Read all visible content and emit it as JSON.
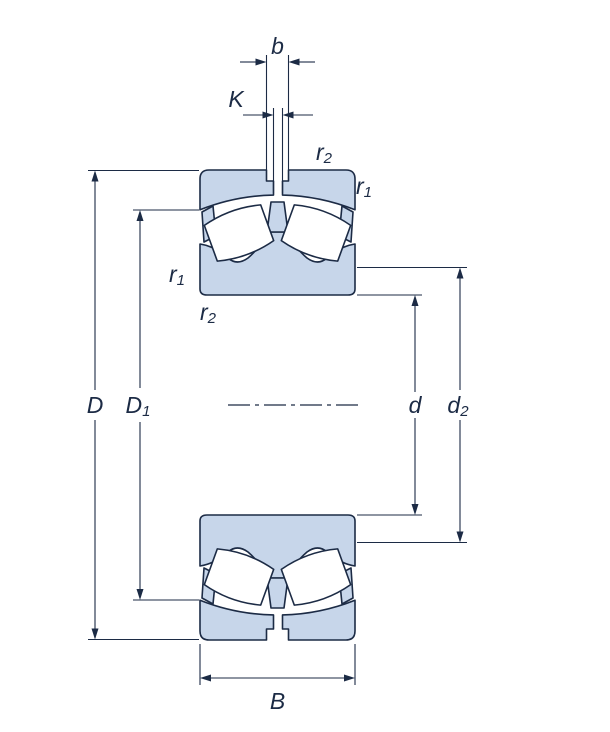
{
  "diagram": {
    "description": "Spherical roller bearing cross-section with dimension annotations",
    "labels": {
      "b": {
        "base": "b",
        "sub": ""
      },
      "K": {
        "base": "K",
        "sub": ""
      },
      "r2_outer": {
        "base": "r",
        "sub": "2"
      },
      "r1_outer": {
        "base": "r",
        "sub": "1"
      },
      "r1_inner": {
        "base": "r",
        "sub": "1"
      },
      "r2_inner": {
        "base": "r",
        "sub": "2"
      },
      "D": {
        "base": "D",
        "sub": ""
      },
      "D1": {
        "base": "D",
        "sub": "1"
      },
      "d": {
        "base": "d",
        "sub": ""
      },
      "d2": {
        "base": "d",
        "sub": "2"
      },
      "B": {
        "base": "B",
        "sub": ""
      }
    },
    "colors": {
      "line": "#1c2b45",
      "fill": "#c7d6ea",
      "background": "#ffffff"
    }
  }
}
